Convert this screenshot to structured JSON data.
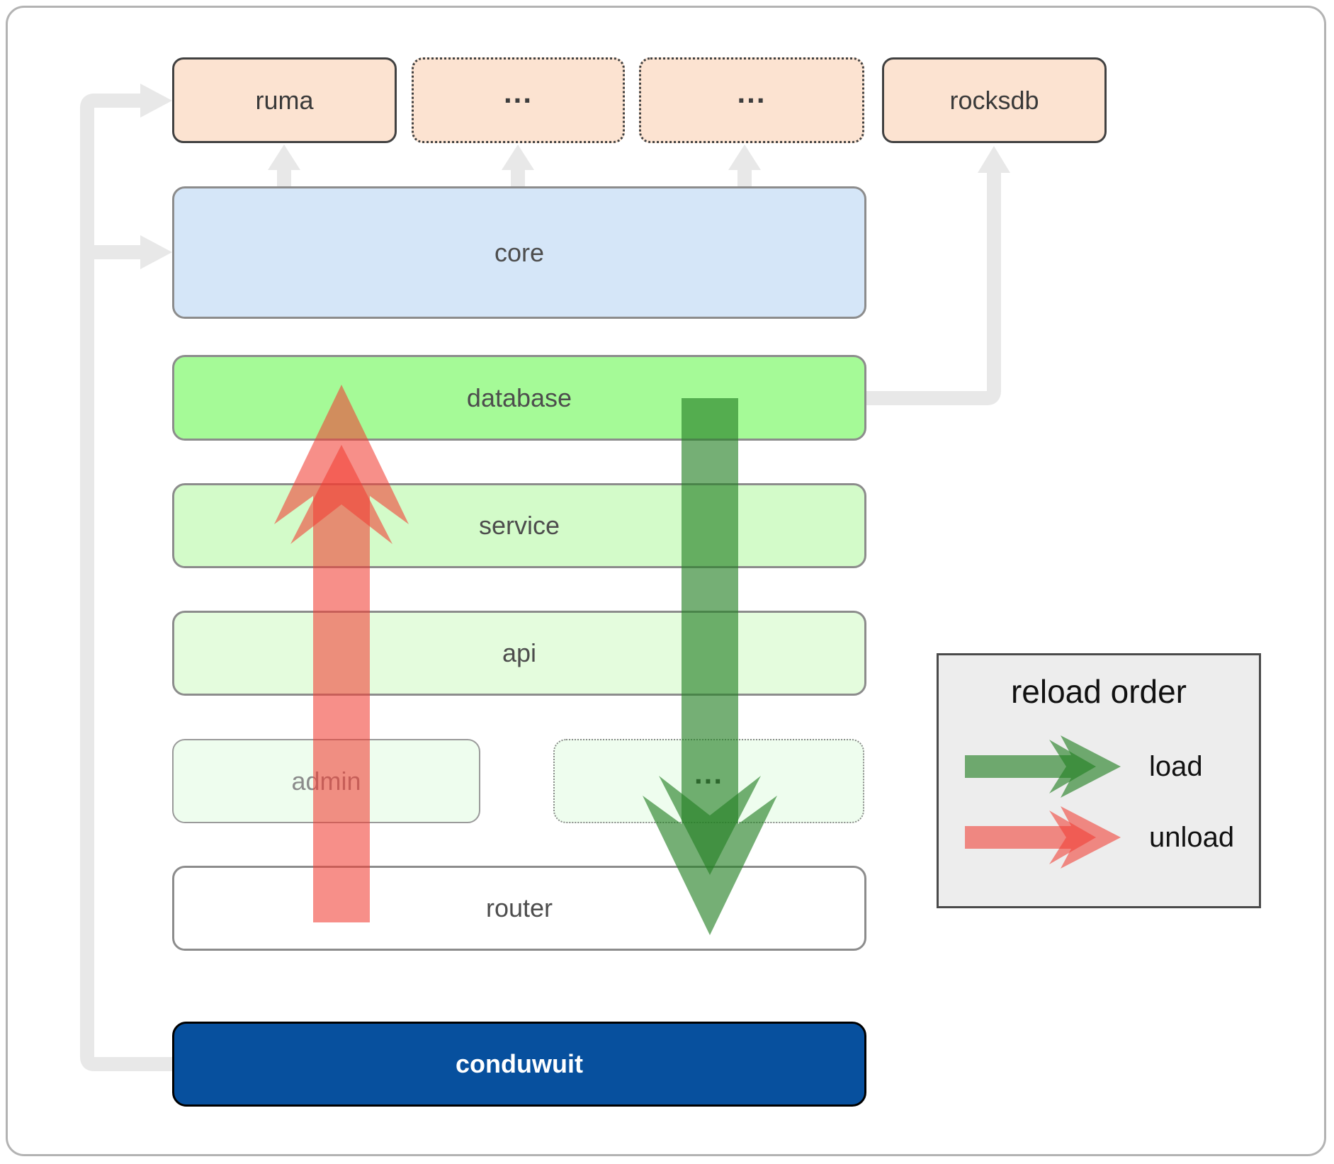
{
  "nodes": {
    "ruma": {
      "label": "ruma"
    },
    "ext_top_1": {
      "label": "..."
    },
    "ext_top_2": {
      "label": "..."
    },
    "rocksdb": {
      "label": "rocksdb"
    },
    "core": {
      "label": "core"
    },
    "database": {
      "label": "database"
    },
    "service": {
      "label": "service"
    },
    "api": {
      "label": "api"
    },
    "admin": {
      "label": "admin"
    },
    "ext_admin": {
      "label": "..."
    },
    "router": {
      "label": "router"
    },
    "conduwuit": {
      "label": "conduwuit"
    }
  },
  "legend": {
    "title": "reload order",
    "items": [
      {
        "label": "load",
        "color": "#2e7d32"
      },
      {
        "label": "unload",
        "color": "#f44336"
      }
    ]
  },
  "colors": {
    "top_row_fill": "#fce3d1",
    "core_fill": "#d5e6f8",
    "database_fill": "#a5fa97",
    "service_fill": "#d3fbc9",
    "api_fill": "#e4fcdd",
    "admin_fill": "#eefdee",
    "router_fill": "#ffffff",
    "conduwuit_fill": "#07509e",
    "conduwuit_text": "#ffffff",
    "connector_gray": "#e8e8e8",
    "load_arrow": "rgba(36,128,36,0.63)",
    "unload_arrow": "rgba(242,62,51,0.58)",
    "frame_border": "#b3b3b3",
    "legend_bg": "#ededed"
  }
}
